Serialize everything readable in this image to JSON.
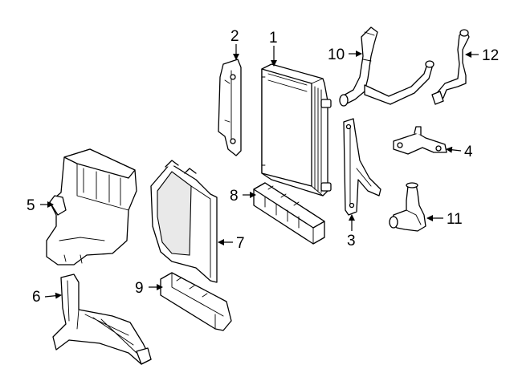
{
  "diagram": {
    "callouts": [
      {
        "id": "1",
        "label": "1"
      },
      {
        "id": "2",
        "label": "2"
      },
      {
        "id": "3",
        "label": "3"
      },
      {
        "id": "4",
        "label": "4"
      },
      {
        "id": "5",
        "label": "5"
      },
      {
        "id": "6",
        "label": "6"
      },
      {
        "id": "7",
        "label": "7"
      },
      {
        "id": "8",
        "label": "8"
      },
      {
        "id": "9",
        "label": "9"
      },
      {
        "id": "10",
        "label": "10"
      },
      {
        "id": "11",
        "label": "11"
      },
      {
        "id": "12",
        "label": "12"
      }
    ],
    "colors": {
      "line": "#000000",
      "background": "#ffffff",
      "shade": "#e9e9e9"
    }
  }
}
